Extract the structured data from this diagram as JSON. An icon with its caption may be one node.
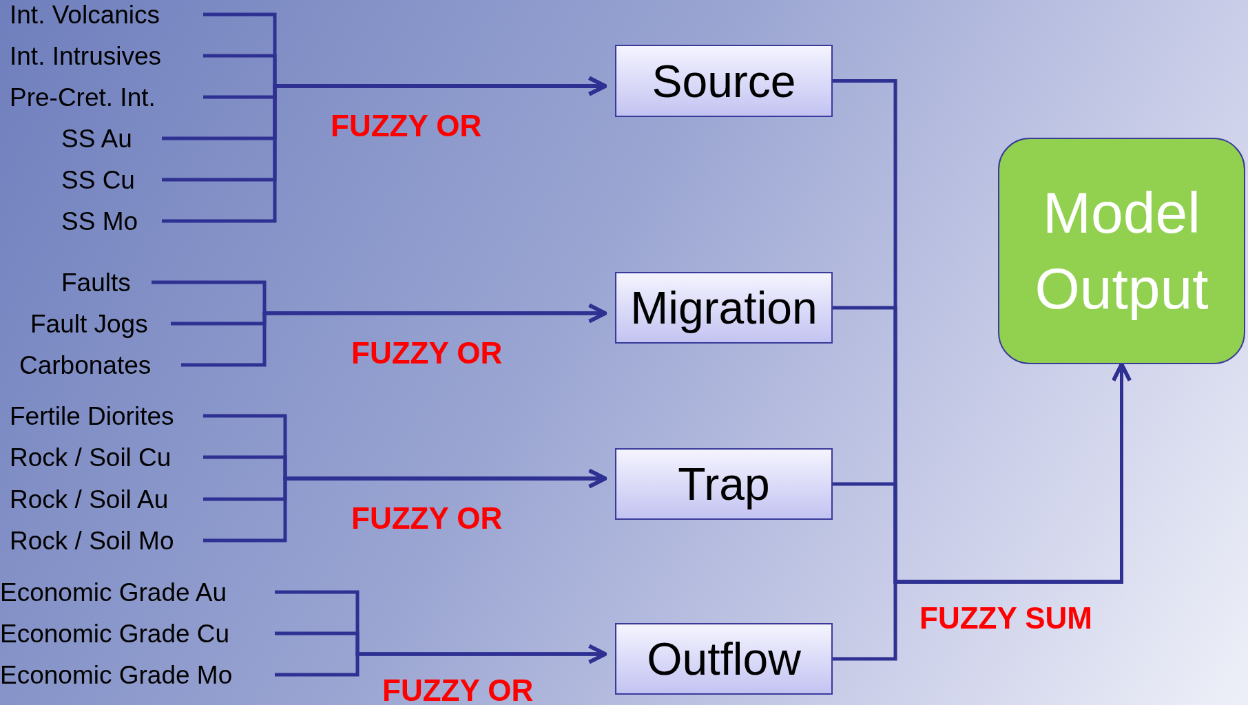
{
  "diagram": {
    "nodes": [
      {
        "text": [
          "Int. Volcanics"
        ]
      },
      {
        "text": [
          "Int. Intrusives"
        ]
      },
      {
        "text": [
          "Pre-Cret. Int."
        ]
      },
      {
        "text": [
          "SS Au"
        ]
      },
      {
        "text": [
          "SS Cu"
        ]
      },
      {
        "text": [
          "SS Mo"
        ]
      },
      {
        "text": [
          "Faults"
        ]
      },
      {
        "text": [
          "Fault Jogs"
        ]
      },
      {
        "text": [
          "Carbonates"
        ]
      },
      {
        "text": [
          "Fertile Diorites"
        ]
      },
      {
        "text": [
          "Rock / Soil Cu"
        ]
      },
      {
        "text": [
          "Rock / Soil Au"
        ]
      },
      {
        "text": [
          "Rock / Soil Mo"
        ]
      },
      {
        "text": [
          "Economic Grade Au"
        ]
      },
      {
        "text": [
          "Economic Grade Cu"
        ]
      },
      {
        "text": [
          "Economic Grade Mo"
        ]
      },
      {
        "text": [
          "Source"
        ]
      },
      {
        "text": [
          "Migration"
        ]
      },
      {
        "text": [
          "Trap"
        ]
      },
      {
        "text": [
          "Outflow"
        ]
      },
      {
        "text": [
          "Model Output"
        ]
      }
    ],
    "edges": [
      {
        "from": 0,
        "to": 16,
        "arrow": "to"
      },
      {
        "from": 1,
        "to": 16,
        "arrow": "to"
      },
      {
        "from": 2,
        "to": 16,
        "arrow": "to"
      },
      {
        "from": 3,
        "to": 16,
        "arrow": "to"
      },
      {
        "from": 4,
        "to": 16,
        "arrow": "to"
      },
      {
        "from": 5,
        "to": 16,
        "arrow": "to"
      },
      {
        "from": 6,
        "to": 17,
        "arrow": "to"
      },
      {
        "from": 7,
        "to": 17,
        "arrow": "to"
      },
      {
        "from": 8,
        "to": 17,
        "arrow": "to"
      },
      {
        "from": 9,
        "to": 18,
        "arrow": "to"
      },
      {
        "from": 10,
        "to": 18,
        "arrow": "to"
      },
      {
        "from": 11,
        "to": 18,
        "arrow": "to"
      },
      {
        "from": 12,
        "to": 18,
        "arrow": "to"
      },
      {
        "from": 13,
        "to": 19,
        "arrow": "to"
      },
      {
        "from": 14,
        "to": 19,
        "arrow": "to"
      },
      {
        "from": 15,
        "to": 19,
        "arrow": "to"
      },
      {
        "from": 16,
        "to": 20,
        "arrow": "to"
      },
      {
        "from": 17,
        "to": 20,
        "arrow": "to"
      },
      {
        "from": 18,
        "to": 20,
        "arrow": "to"
      },
      {
        "from": 19,
        "to": 20,
        "arrow": "to"
      }
    ],
    "labels": [
      "FUZZY OR",
      "FUZZY OR",
      "FUZZY OR",
      "FUZZY OR",
      "FUZZY SUM"
    ]
  }
}
